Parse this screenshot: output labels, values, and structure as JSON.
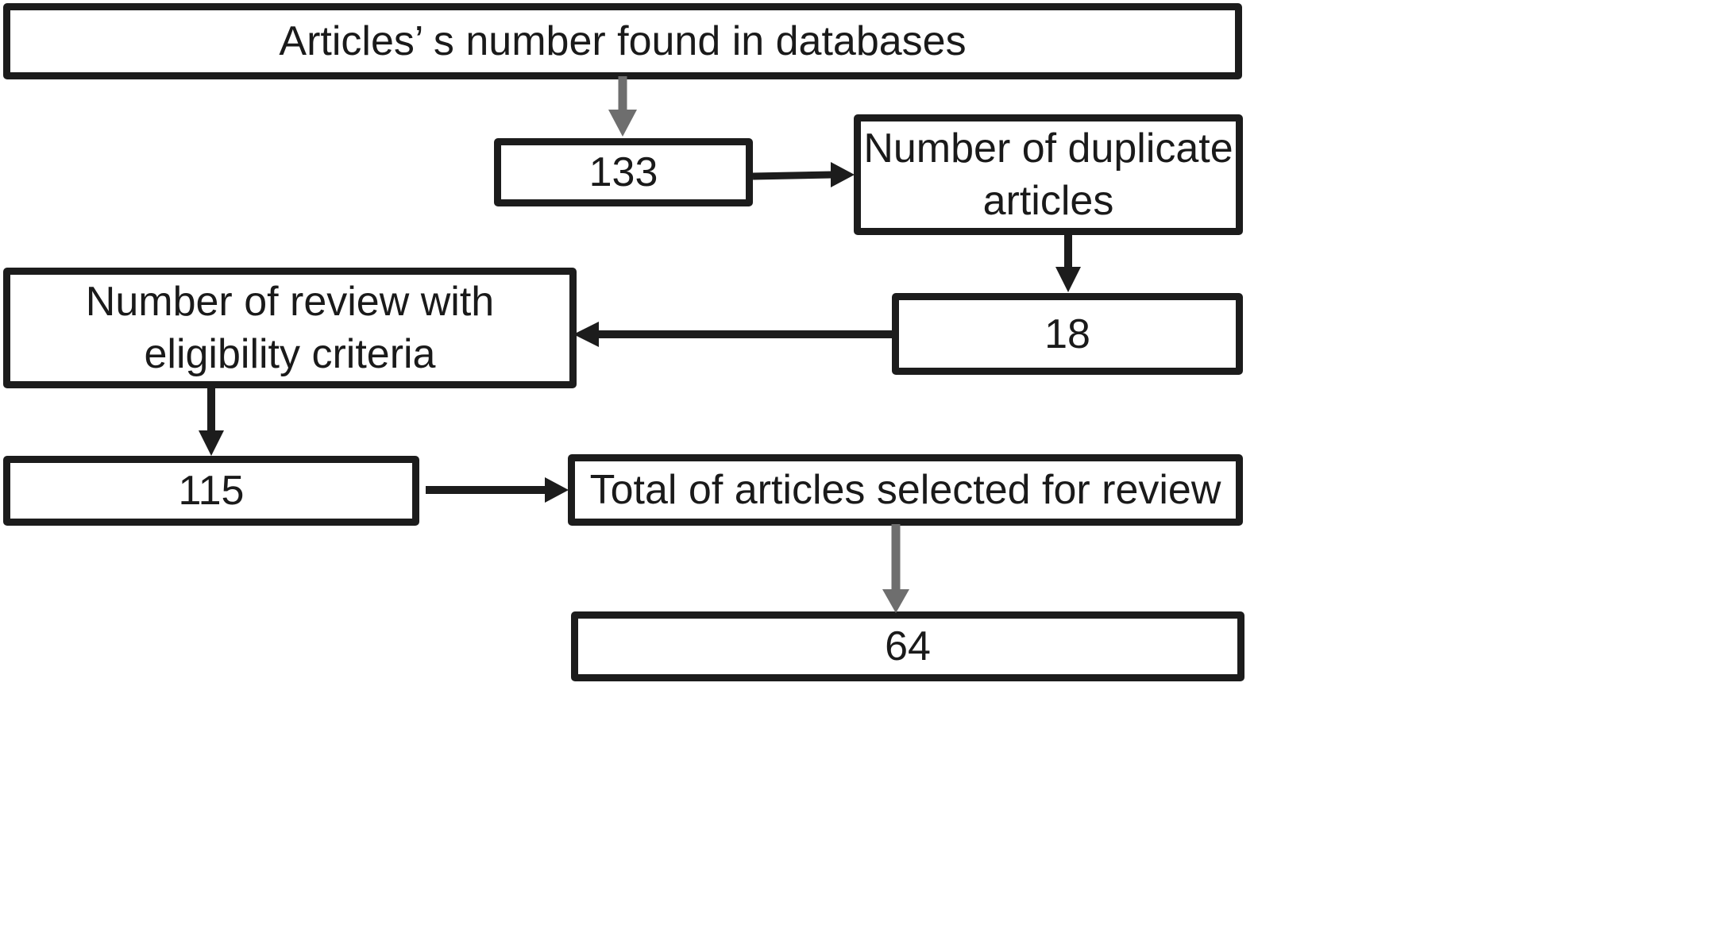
{
  "diagram": {
    "boxes": {
      "found": "Articles’ s number found in databases",
      "n133": "133",
      "duplicates": "Number of duplicate\narticles",
      "n18": "18",
      "eligibility": "Number of review with\neligibility criteria",
      "n115": "115",
      "selected": "Total of articles selected for review",
      "n64": "64"
    },
    "colors": {
      "dark_arrow": "#1c1c1c",
      "gray_arrow": "#6e6e6e",
      "border": "#1c1c1c"
    }
  }
}
